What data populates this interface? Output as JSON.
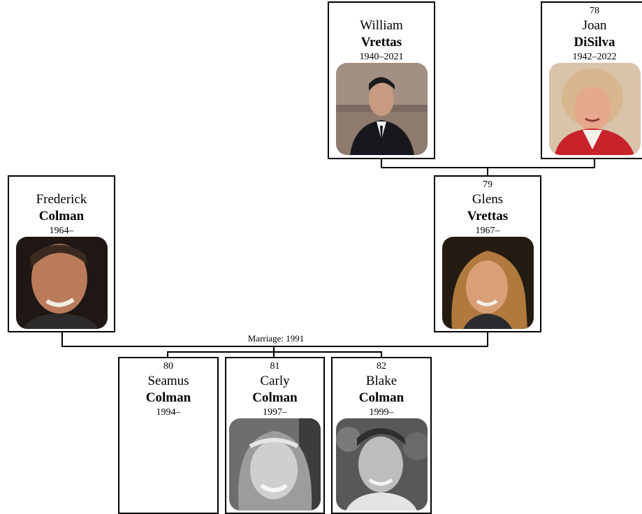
{
  "people": {
    "william": {
      "given": "William",
      "surname": "Vrettas",
      "years": "1940–2021",
      "photo_icon": "portrait-photo"
    },
    "joan": {
      "number": "78",
      "given": "Joan",
      "surname": "DiSilva",
      "years": "1942–2022",
      "photo_icon": "portrait-photo"
    },
    "frederick": {
      "given": "Frederick",
      "surname": "Colman",
      "years": "1964–",
      "photo_icon": "portrait-photo"
    },
    "glens": {
      "number": "79",
      "given": "Glens",
      "surname": "Vrettas",
      "years": "1967–",
      "photo_icon": "portrait-photo"
    },
    "seamus": {
      "number": "80",
      "given": "Seamus",
      "surname": "Colman",
      "years": "1994–"
    },
    "carly": {
      "number": "81",
      "given": "Carly",
      "surname": "Colman",
      "years": "1997–",
      "photo_icon": "portrait-photo"
    },
    "blake": {
      "number": "82",
      "given": "Blake",
      "surname": "Colman",
      "years": "1999–",
      "photo_icon": "portrait-photo"
    }
  },
  "marriage_label": "Marriage: 1991"
}
